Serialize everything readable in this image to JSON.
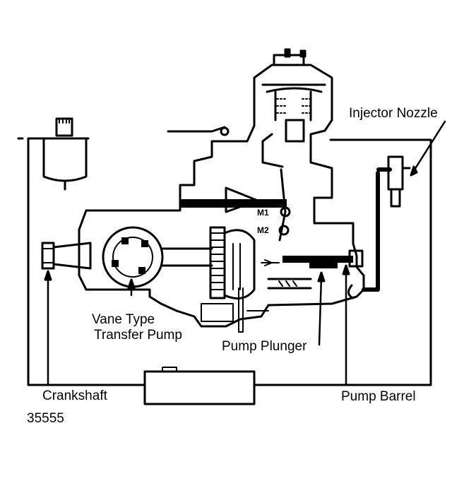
{
  "diagram": {
    "figure_number": "35555",
    "labels": {
      "injector_nozzle": "Injector Nozzle",
      "vane_pump_line1": "Vane Type",
      "vane_pump_line2": "Transfer Pump",
      "pump_plunger": "Pump Plunger",
      "crankshaft": "Crankshaft",
      "pump_barrel": "Pump Barrel"
    },
    "marks": {
      "m1": "M1",
      "m2": "M2"
    }
  }
}
